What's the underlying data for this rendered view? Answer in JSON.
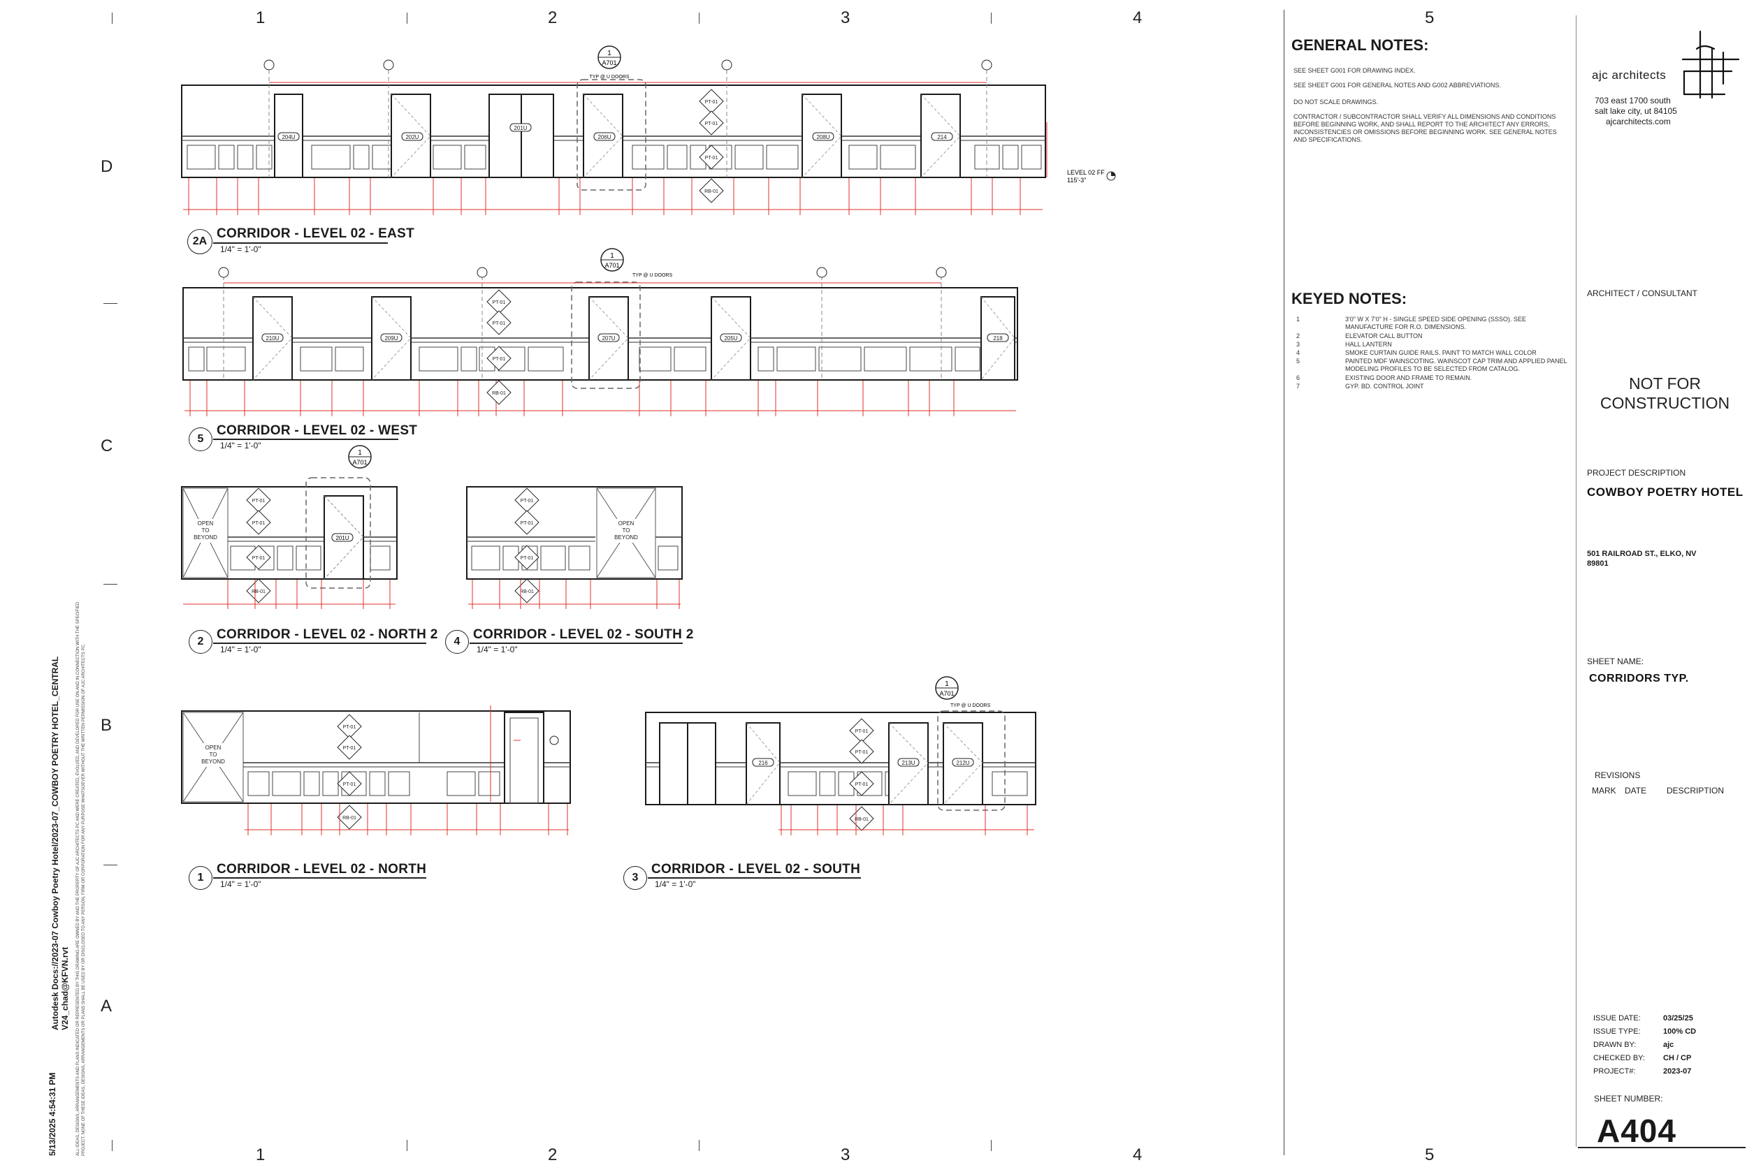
{
  "grid": {
    "columns": [
      "1",
      "2",
      "3",
      "4",
      "5"
    ],
    "rows": [
      "D",
      "C",
      "B",
      "A"
    ]
  },
  "general_notes": {
    "heading": "GENERAL NOTES:",
    "items": [
      "SEE SHEET G001 FOR DRAWING INDEX.",
      "SEE SHEET G001 FOR GENERAL NOTES AND G002 ABBREVIATIONS.",
      "DO NOT SCALE DRAWINGS.",
      "CONTRACTOR / SUBCONTRACTOR SHALL VERIFY ALL DIMENSIONS AND CONDITIONS BEFORE BEGINNING WORK, AND SHALL REPORT TO THE ARCHITECT ANY ERRORS, INCONSISTENCIES OR OMISSIONS BEFORE BEGINNING WORK. SEE GENERAL NOTES AND SPECIFICATIONS."
    ]
  },
  "keyed_notes": {
    "heading": "KEYED NOTES:",
    "items": [
      {
        "num": "1",
        "text": "3'0\" W X 7'0\" H - SINGLE SPEED SIDE OPENING (SSSO). SEE MANUFACTURE FOR R.O. DIMENSIONS."
      },
      {
        "num": "2",
        "text": "ELEVATOR CALL BUTTON"
      },
      {
        "num": "3",
        "text": "HALL LANTERN"
      },
      {
        "num": "4",
        "text": "SMOKE CURTAIN GUIDE RAILS. PAINT TO MATCH WALL COLOR"
      },
      {
        "num": "5",
        "text": "PAINTED MDF WAINSCOTING. WAINSCOT CAP TRIM AND APPLIED PANEL MODELING PROFILES TO BE SELECTED FROM CATALOG."
      },
      {
        "num": "6",
        "text": "EXISTING DOOR AND FRAME TO REMAIN."
      },
      {
        "num": "7",
        "text": "GYP. BD. CONTROL JOINT"
      }
    ]
  },
  "views": [
    {
      "id": "v2a",
      "num": "2A",
      "title": "CORRIDOR - LEVEL 02 - EAST",
      "scale": "1/4\" = 1'-0\""
    },
    {
      "id": "v5",
      "num": "5",
      "title": "CORRIDOR - LEVEL 02 - WEST",
      "scale": "1/4\" = 1'-0\""
    },
    {
      "id": "v2",
      "num": "2",
      "title": "CORRIDOR - LEVEL 02 - NORTH 2",
      "scale": "1/4\" = 1'-0\""
    },
    {
      "id": "v4",
      "num": "4",
      "title": "CORRIDOR - LEVEL 02 - SOUTH 2",
      "scale": "1/4\" = 1'-0\""
    },
    {
      "id": "v1",
      "num": "1",
      "title": "CORRIDOR - LEVEL 02 - NORTH",
      "scale": "1/4\" = 1'-0\""
    },
    {
      "id": "v3",
      "num": "3",
      "title": "CORRIDOR - LEVEL 02 - SOUTH",
      "scale": "1/4\" = 1'-0\""
    }
  ],
  "drawing_labels": {
    "detail_callout_num": "1",
    "detail_callout_sheet": "A701",
    "typ_doors": "TYP @ U DOORS",
    "open_to_beyond": "OPEN TO BEYOND",
    "level_marker": "LEVEL 02 FF",
    "level_elev": "115'-3\"",
    "paint_tag": "PT-01",
    "base_tag": "RB-01",
    "rooms_east": [
      "204U",
      "202U",
      "201U",
      "206U",
      "208U",
      "214"
    ],
    "rooms_west": [
      "210U",
      "209U",
      "207U",
      "205U",
      "218"
    ],
    "room_north2": "201U",
    "rooms_south": [
      "216",
      "213U",
      "212U"
    ]
  },
  "firm": {
    "name": "ajc architects",
    "address1": "703 east 1700 south",
    "address2": "salt lake city, ut 84105",
    "website": "ajcarchitects.com"
  },
  "title_block": {
    "architect_label": "ARCHITECT / CONSULTANT",
    "not_for_construction": "NOT FOR CONSTRUCTION",
    "project_desc_label": "PROJECT DESCRIPTION",
    "project_name": "COWBOY POETRY HOTEL",
    "project_address": "501 RAILROAD ST., ELKO, NV 89801",
    "sheet_name_label": "SHEET NAME:",
    "sheet_name": "CORRIDORS TYP.",
    "revisions_label": "REVISIONS",
    "rev_mark": "MARK",
    "rev_date": "DATE",
    "rev_desc": "DESCRIPTION",
    "issue_date_label": "ISSUE DATE:",
    "issue_date": "03/25/25",
    "issue_type_label": "ISSUE TYPE:",
    "issue_type": "100% CD",
    "drawn_by_label": "DRAWN BY:",
    "drawn_by": "ajc",
    "checked_by_label": "CHECKED BY:",
    "checked_by": "CH / CP",
    "project_num_label": "PROJECT#:",
    "project_num": "2023-07",
    "sheet_number_label": "SHEET NUMBER:",
    "sheet_number": "A404"
  },
  "side_text": {
    "timestamp": "5/13/2025 4:54:31 PM",
    "file_path": "Autodesk Docs://2023-07 Cowboy Poetry Hotel/2023-07_COWBOY POETRY HOTEL_CENTRAL",
    "file_user": "V24_chad@KFVN.rvt",
    "disclaimer": "ALL IDEAS, DESIGNS, ARRANGEMENTS AND PLANS INDICATED OR REPRESENTED BY THIS DRAWING ARE OWNED BY AND THE PROPERTY OF AJC ARCHITECTS PC AND WERE CREATED, EVOLVED, AND DEVELOPED FOR USE ON AND IN CONNECTION WITH THE SPECIFIED PROJECT. NONE OF THESE IDEAS, DESIGNS, ARRANGEMENTS OR PLANS SHALL BE USED BY OR DISCLOSED TO ANY PERSON, FIRM OR CORPORATION FOR ANY PURPOSE WHATSOEVER WITHOUT THE WRITTEN PERMISSION OF AJC ARCHITECTS PC."
  },
  "colors": {
    "dimension_red": "#e0302a",
    "line_dark": "#1a1a1a",
    "wall_gray": "#555555"
  }
}
